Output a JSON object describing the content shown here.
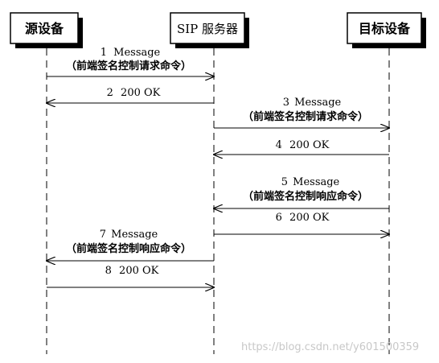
{
  "participants": [
    {
      "id": "source",
      "label": "源设备"
    },
    {
      "id": "server",
      "label": "SIP 服务器"
    },
    {
      "id": "target",
      "label": "目标设备"
    }
  ],
  "messages": [
    {
      "num": "1",
      "name": "Message",
      "sub": "（前端签名控制请求命令）",
      "from": "source",
      "to": "server"
    },
    {
      "num": "2",
      "name": "200 OK",
      "sub": "",
      "from": "server",
      "to": "source"
    },
    {
      "num": "3",
      "name": "Message",
      "sub": "（前端签名控制请求命令）",
      "from": "server",
      "to": "target"
    },
    {
      "num": "4",
      "name": "200 OK",
      "sub": "",
      "from": "target",
      "to": "server"
    },
    {
      "num": "5",
      "name": "Message",
      "sub": "（前端签名控制响应命令）",
      "from": "target",
      "to": "server"
    },
    {
      "num": "6",
      "name": "200 OK",
      "sub": "",
      "from": "server",
      "to": "target"
    },
    {
      "num": "7",
      "name": "Message",
      "sub": "（前端签名控制响应命令）",
      "from": "server",
      "to": "source"
    },
    {
      "num": "8",
      "name": "200 OK",
      "sub": "",
      "from": "source",
      "to": "server"
    }
  ],
  "colors": {
    "line": "#000000",
    "text": "#000000",
    "shadow": "#000000"
  },
  "watermark": "https://blog.csdn.net/y601500359"
}
